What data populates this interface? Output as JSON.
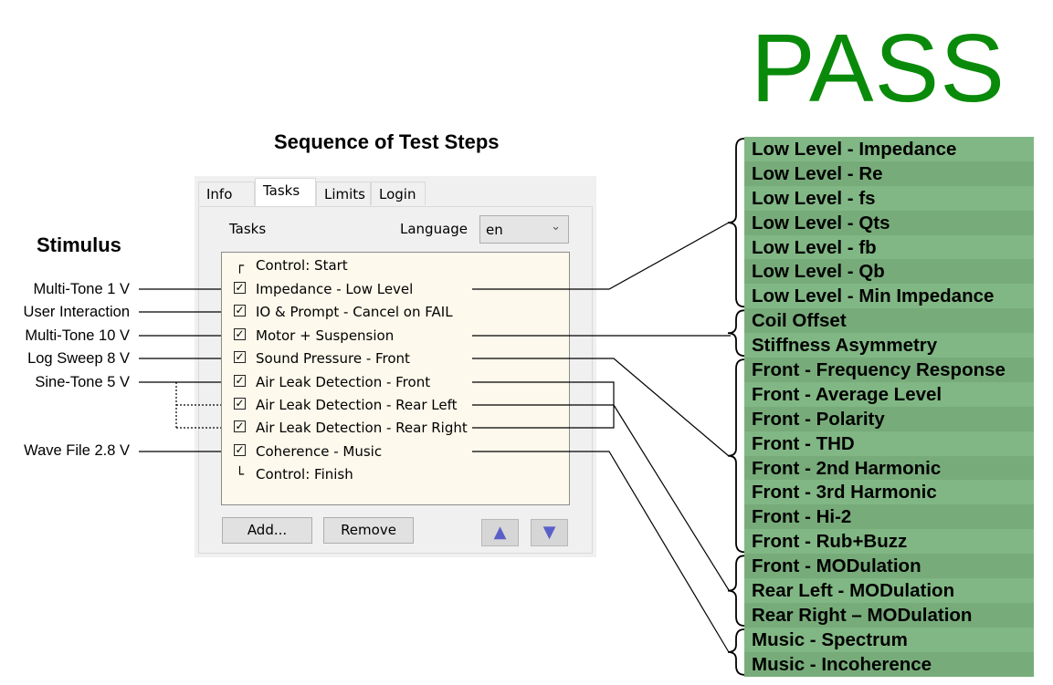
{
  "status": {
    "label": "PASS",
    "color": "#0a8a0a"
  },
  "sequence_title": "Sequence of Test Steps",
  "stimulus_title": "Stimulus",
  "stimuli": [
    "Multi-Tone 1 V",
    "User Interaction",
    "Multi-Tone 10 V",
    "Log Sweep 8 V",
    "Sine-Tone 5 V",
    "Wave File 2.8 V"
  ],
  "dialog": {
    "tabs": [
      {
        "label": "Info"
      },
      {
        "label": "Tasks",
        "active": true
      },
      {
        "label": "Limits"
      },
      {
        "label": "Login"
      }
    ],
    "tasks_label": "Tasks",
    "language_label": "Language",
    "language_value": "en",
    "tasks": [
      {
        "label": "Control: Start",
        "type": "control-start"
      },
      {
        "label": "Impedance - Low Level",
        "checked": true
      },
      {
        "label": "IO & Prompt - Cancel on FAIL",
        "checked": true
      },
      {
        "label": "Motor + Suspension",
        "checked": true
      },
      {
        "label": "Sound Pressure - Front",
        "checked": true
      },
      {
        "label": "Air Leak Detection - Front",
        "checked": true
      },
      {
        "label": "Air Leak Detection - Rear Left",
        "checked": true
      },
      {
        "label": "Air Leak Detection - Rear Right",
        "checked": true
      },
      {
        "label": "Coherence - Music",
        "checked": true
      },
      {
        "label": "Control: Finish",
        "type": "control-finish"
      }
    ],
    "add_label": "Add...",
    "remove_label": "Remove",
    "move_up_icon": "arrow-up-icon",
    "move_down_icon": "arrow-down-icon"
  },
  "results": [
    "Low Level - Impedance",
    "Low Level - Re",
    "Low Level - fs",
    "Low Level - Qts",
    "Low Level - fb",
    "Low Level - Qb",
    "Low Level - Min Impedance",
    "Coil Offset",
    "Stiffness Asymmetry",
    "Front - Frequency Response",
    "Front - Average Level",
    "Front - Polarity",
    "Front - THD",
    "Front - 2nd Harmonic",
    "Front - 3rd Harmonic",
    "Front - Hi-2",
    "Front - Rub+Buzz",
    "Front - MODulation",
    "Rear Left - MODulation",
    "Rear Right – MODulation",
    "Music - Spectrum",
    "Music - Incoherence"
  ],
  "result_colors": [
    "#81b784",
    "#77ac7a"
  ]
}
